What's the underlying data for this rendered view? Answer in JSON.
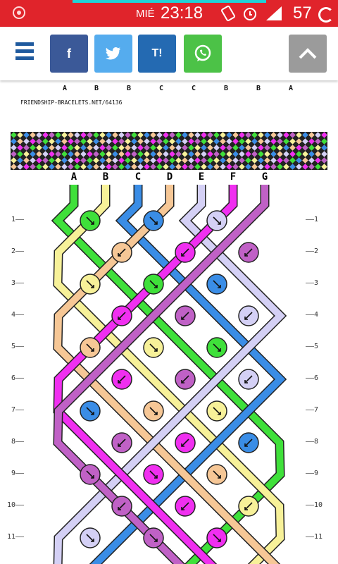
{
  "status_bar": {
    "day": "MIÉ",
    "time": "23:18",
    "battery": "57",
    "progress_color": "#1fd3d8",
    "bar_color": "#e0242b"
  },
  "toolbar": {
    "menu_icon": "hamburger-icon",
    "share_buttons": [
      {
        "id": "facebook",
        "label": "f",
        "color": "#3b5998"
      },
      {
        "id": "twitter",
        "label": "twitter-bird-icon",
        "color": "#55acee"
      },
      {
        "id": "tuenti",
        "label": "T!",
        "color": "#246ab2"
      },
      {
        "id": "whatsapp",
        "label": "whatsapp-icon",
        "color": "#4cc247"
      }
    ],
    "scroll_top_icon": "chevron-up-icon"
  },
  "pattern": {
    "knot_letters": [
      "A",
      "B",
      "B",
      "C",
      "C",
      "B",
      "B",
      "A"
    ],
    "site": "FRIENDSHIP-BRACELETS.NET/64136",
    "string_labels": [
      "A",
      "B",
      "C",
      "D",
      "E",
      "F",
      "G"
    ],
    "string_colors": {
      "A": "#3fe03a",
      "B": "#f7f199",
      "C": "#3a8de6",
      "D": "#f6c796",
      "E": "#d4d0f5",
      "F": "#f02ff0",
      "G": "#c061c6"
    },
    "row_numbers": [
      "1",
      "2",
      "3",
      "4",
      "5",
      "6",
      "7",
      "8",
      "9",
      "10",
      "11"
    ]
  }
}
